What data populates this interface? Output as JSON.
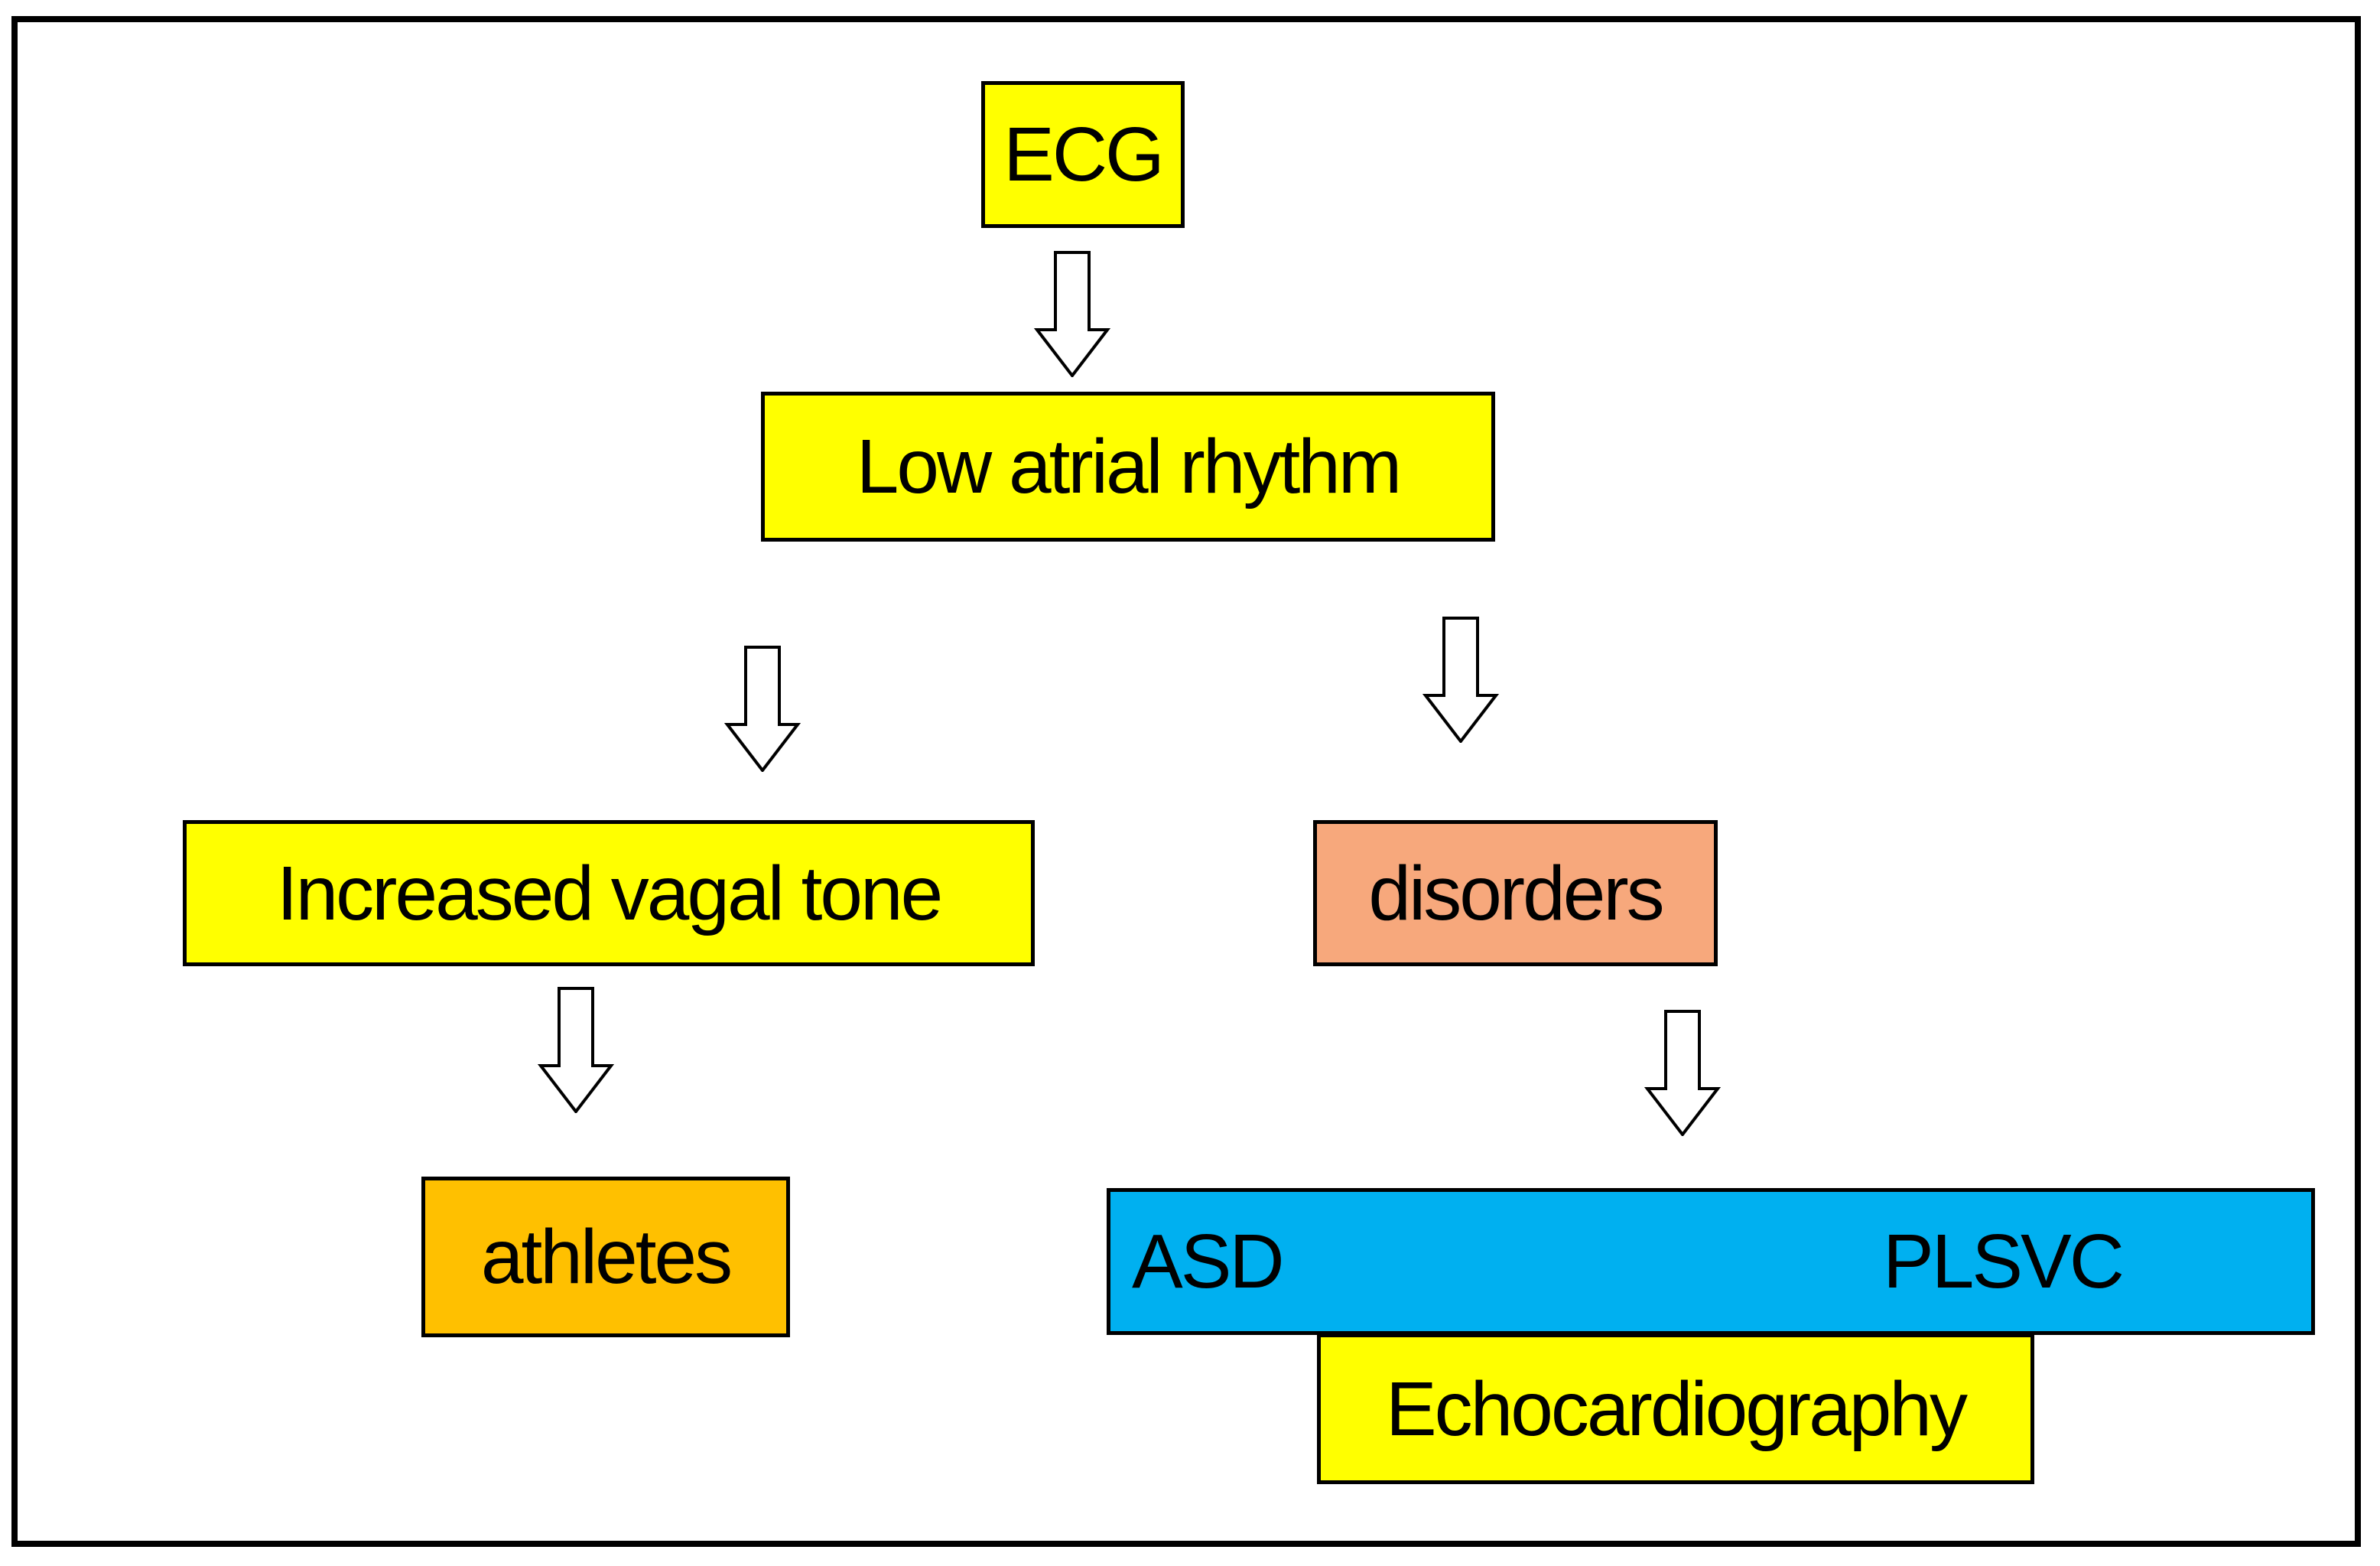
{
  "diagram": {
    "type": "flowchart",
    "background_color": "#FFFFFF",
    "frame_border_color": "#000000",
    "node_border_color": "#000000",
    "text_color": "#000000",
    "arrow_style": {
      "fill": "#FFFFFF",
      "stroke": "#000000",
      "direction": "down"
    },
    "nodes": {
      "ecg": {
        "label": "ECG",
        "fill": "#FFFF00"
      },
      "low_atrial_rhythm": {
        "label": "Low atrial rhythm",
        "fill": "#FFFF00"
      },
      "increased_vagal_tone": {
        "label": "Increased vagal tone",
        "fill": "#FFFF00"
      },
      "disorders": {
        "label": "disorders",
        "fill": "#F7A87C"
      },
      "athletes": {
        "label": "athletes",
        "fill": "#FFC000"
      },
      "asd_plsvc": {
        "left_label": "ASD",
        "right_label": "PLSVC",
        "fill": "#00B0F0"
      },
      "echocardiography": {
        "label": "Echocardiography",
        "fill": "#FFFF00"
      }
    },
    "edges": [
      {
        "from": "ecg",
        "to": "low_atrial_rhythm"
      },
      {
        "from": "low_atrial_rhythm",
        "to": "increased_vagal_tone"
      },
      {
        "from": "low_atrial_rhythm",
        "to": "disorders"
      },
      {
        "from": "increased_vagal_tone",
        "to": "athletes"
      },
      {
        "from": "disorders",
        "to": "asd_plsvc"
      }
    ]
  }
}
